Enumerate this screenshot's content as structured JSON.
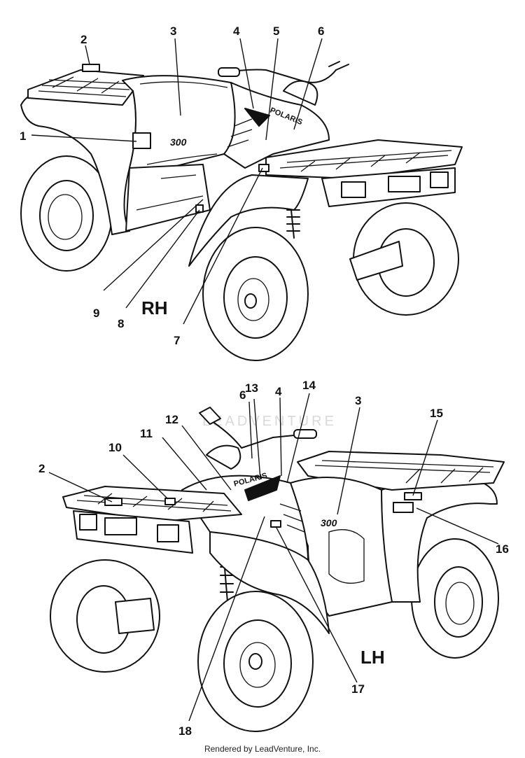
{
  "watermark": "LEADVENTURE",
  "footer": "Rendered by LeadVenture, Inc.",
  "views": {
    "rh": {
      "label": "RH"
    },
    "lh": {
      "label": "LH"
    }
  },
  "decal_text": {
    "brand": "POLARIS",
    "model": "300"
  },
  "callouts": {
    "rh": [
      "1",
      "2",
      "3",
      "4",
      "5",
      "6",
      "7",
      "8",
      "9"
    ],
    "lh": [
      "2",
      "3",
      "4",
      "6",
      "10",
      "11",
      "12",
      "13",
      "14",
      "15",
      "16",
      "17",
      "18"
    ]
  }
}
